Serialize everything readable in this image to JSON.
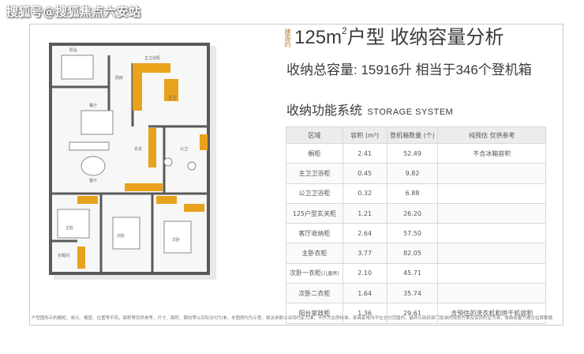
{
  "watermark": "搜狐号@搜狐焦点六安站",
  "header": {
    "small_label": "建面约",
    "title_prefix": "125m",
    "title_sup": "2",
    "title_suffix": "户型  收纳容量分析",
    "capacity": "收纳总容量: 15916升  相当于346个登机箱",
    "system_cn": "收纳功能系统",
    "system_en": "STORAGE SYSTEM"
  },
  "table": {
    "headers": [
      "区域",
      "容积 (m³)",
      "登机箱数量 (个)",
      "纯预估 仅供参考"
    ],
    "rows": [
      {
        "area": "橱柜",
        "area_sub": "",
        "volume": "2.41",
        "boxes": "52.49",
        "note": "不含冰箱容积"
      },
      {
        "area": "主卫卫浴柜",
        "area_sub": "",
        "volume": "0.45",
        "boxes": "9.82",
        "note": ""
      },
      {
        "area": "公卫卫浴柜",
        "area_sub": "",
        "volume": "0.32",
        "boxes": "6.88",
        "note": ""
      },
      {
        "area": "125户型玄关柜",
        "area_sub": "",
        "volume": "1.21",
        "boxes": "26.20",
        "note": ""
      },
      {
        "area": "客厅收纳柜",
        "area_sub": "",
        "volume": "2.64",
        "boxes": "57.50",
        "note": ""
      },
      {
        "area": "主卧衣柜",
        "area_sub": "",
        "volume": "3.77",
        "boxes": "82.05",
        "note": ""
      },
      {
        "area": "次卧一衣柜",
        "area_sub": "(儿童房)",
        "volume": "2.10",
        "boxes": "45.71",
        "note": ""
      },
      {
        "area": "次卧二衣柜",
        "area_sub": "",
        "volume": "1.64",
        "boxes": "35.74",
        "note": ""
      },
      {
        "area": "阳台家政柜",
        "area_sub": "",
        "volume": "1.36",
        "boxes": "29.61",
        "note": "含预估的洗衣机和烘干机容积"
      }
    ]
  },
  "plan": {
    "rooms": [
      "阳台",
      "厨房",
      "餐厅",
      "客厅",
      "主卧",
      "主卫",
      "公卫",
      "次卧",
      "次卧",
      "玄关",
      "衣帽间",
      "主卫浴柜"
    ]
  },
  "colors": {
    "accent": "#e8a21c",
    "wall": "#5a5a5a",
    "title_small": "#b07b2a"
  },
  "footnote": "户型图所示的橱柜、单元、楼层、位置等不同，面积等仅供参考，尺寸、面积、朝向等以实际交付为准，本图例均为示意，相关参数以合同约定为准，不作为交房标准，家具家电均不在交付范围内，最终以政府部门批准的规划方案及合同约定为准，收纳容量为理论估算数据，仅供参考，具体以实际为准。"
}
